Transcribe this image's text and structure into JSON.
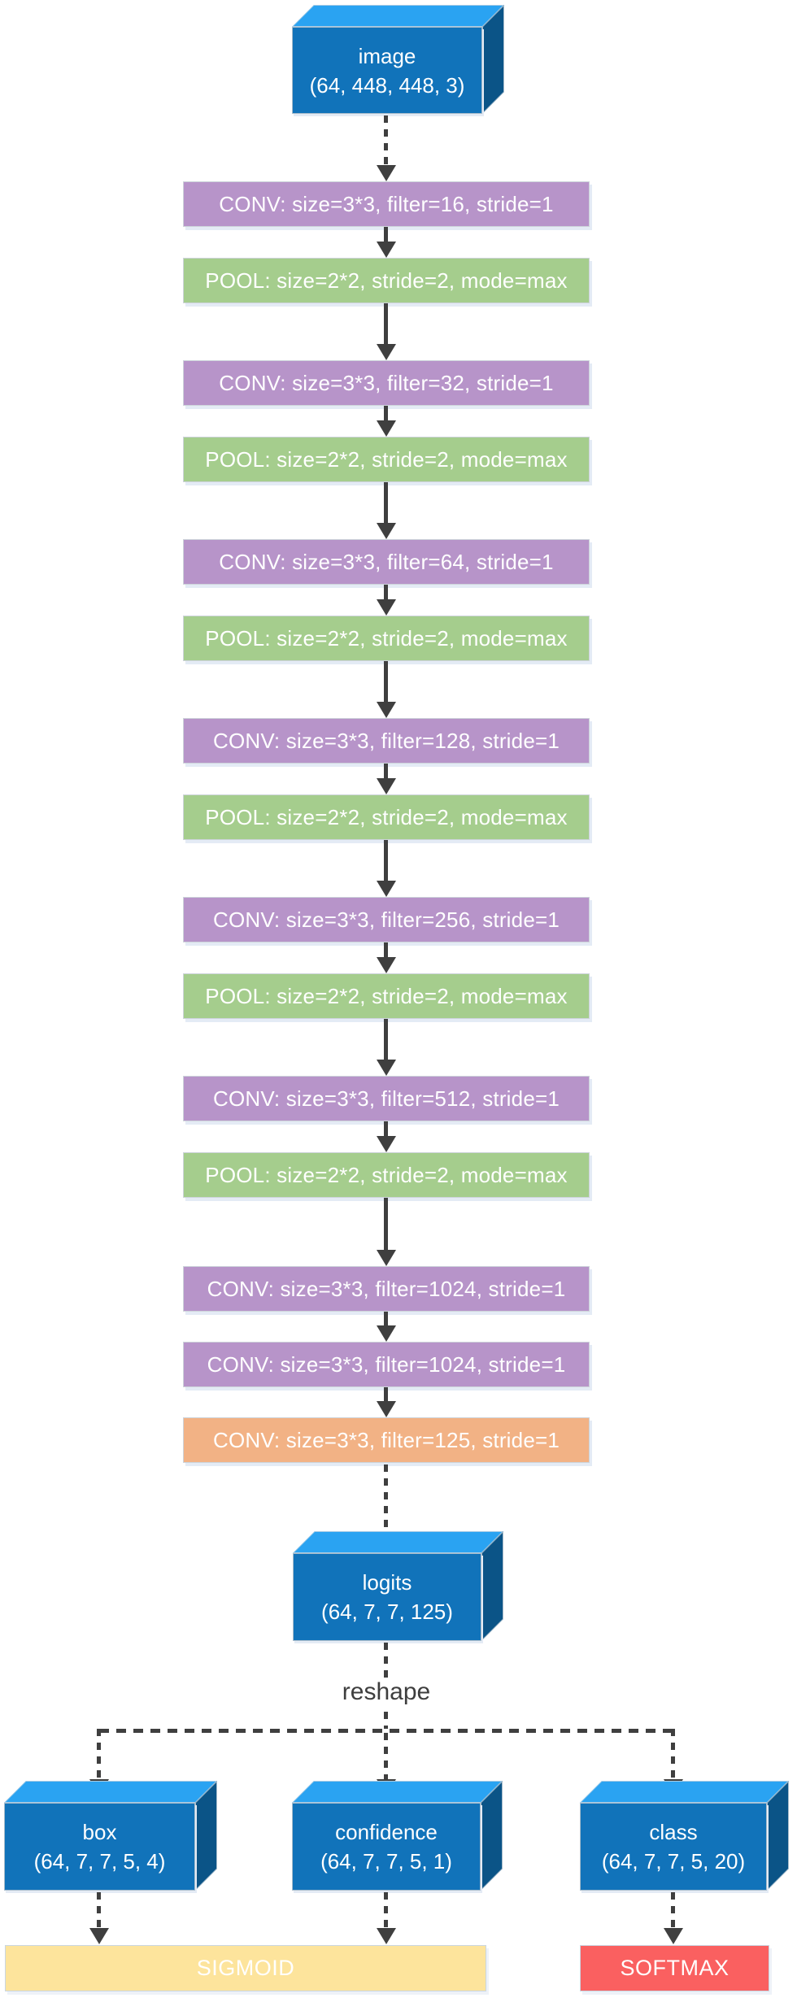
{
  "input_box": {
    "label": "image",
    "shape": "(64, 448, 448, 3)"
  },
  "layers": [
    {
      "type": "conv",
      "label": "CONV: size=3*3, filter=16, stride=1"
    },
    {
      "type": "pool",
      "label": "POOL: size=2*2, stride=2, mode=max"
    },
    {
      "type": "conv",
      "label": "CONV: size=3*3, filter=32, stride=1"
    },
    {
      "type": "pool",
      "label": "POOL: size=2*2, stride=2, mode=max"
    },
    {
      "type": "conv",
      "label": "CONV: size=3*3, filter=64, stride=1"
    },
    {
      "type": "pool",
      "label": "POOL: size=2*2, stride=2, mode=max"
    },
    {
      "type": "conv",
      "label": "CONV: size=3*3, filter=128, stride=1"
    },
    {
      "type": "pool",
      "label": "POOL: size=2*2, stride=2, mode=max"
    },
    {
      "type": "conv",
      "label": "CONV: size=3*3, filter=256, stride=1"
    },
    {
      "type": "pool",
      "label": "POOL: size=2*2, stride=2, mode=max"
    },
    {
      "type": "conv",
      "label": "CONV: size=3*3, filter=512, stride=1"
    },
    {
      "type": "pool",
      "label": "POOL: size=2*2, stride=2, mode=max"
    },
    {
      "type": "conv",
      "label": "CONV: size=3*3, filter=1024, stride=1"
    },
    {
      "type": "conv",
      "label": "CONV: size=3*3, filter=1024, stride=1"
    },
    {
      "type": "conv-output",
      "label": "CONV: size=3*3, filter=125, stride=1"
    }
  ],
  "logits_box": {
    "label": "logits",
    "shape": "(64, 7, 7, 125)"
  },
  "reshape_label": "reshape",
  "output_boxes": [
    {
      "label": "box",
      "shape": "(64, 7, 7, 5, 4)"
    },
    {
      "label": "confidence",
      "shape": "(64, 7, 7, 5, 1)"
    },
    {
      "label": "class",
      "shape": "(64, 7, 7, 5, 20)"
    }
  ],
  "activations": [
    {
      "label": "SIGMOID"
    },
    {
      "label": "SOFTMAX"
    }
  ],
  "colors": {
    "conv_bar": "#b794c9",
    "pool_bar": "#a5cd8d",
    "conv_output_bar": "#f2b285",
    "tensor_front": "#1173ba",
    "tensor_top": "#2aa3f2",
    "tensor_side": "#0b5487",
    "sigmoid_bar": "#fde49c",
    "softmax_bar": "#fa6060",
    "arrow": "#3f3f3f"
  }
}
